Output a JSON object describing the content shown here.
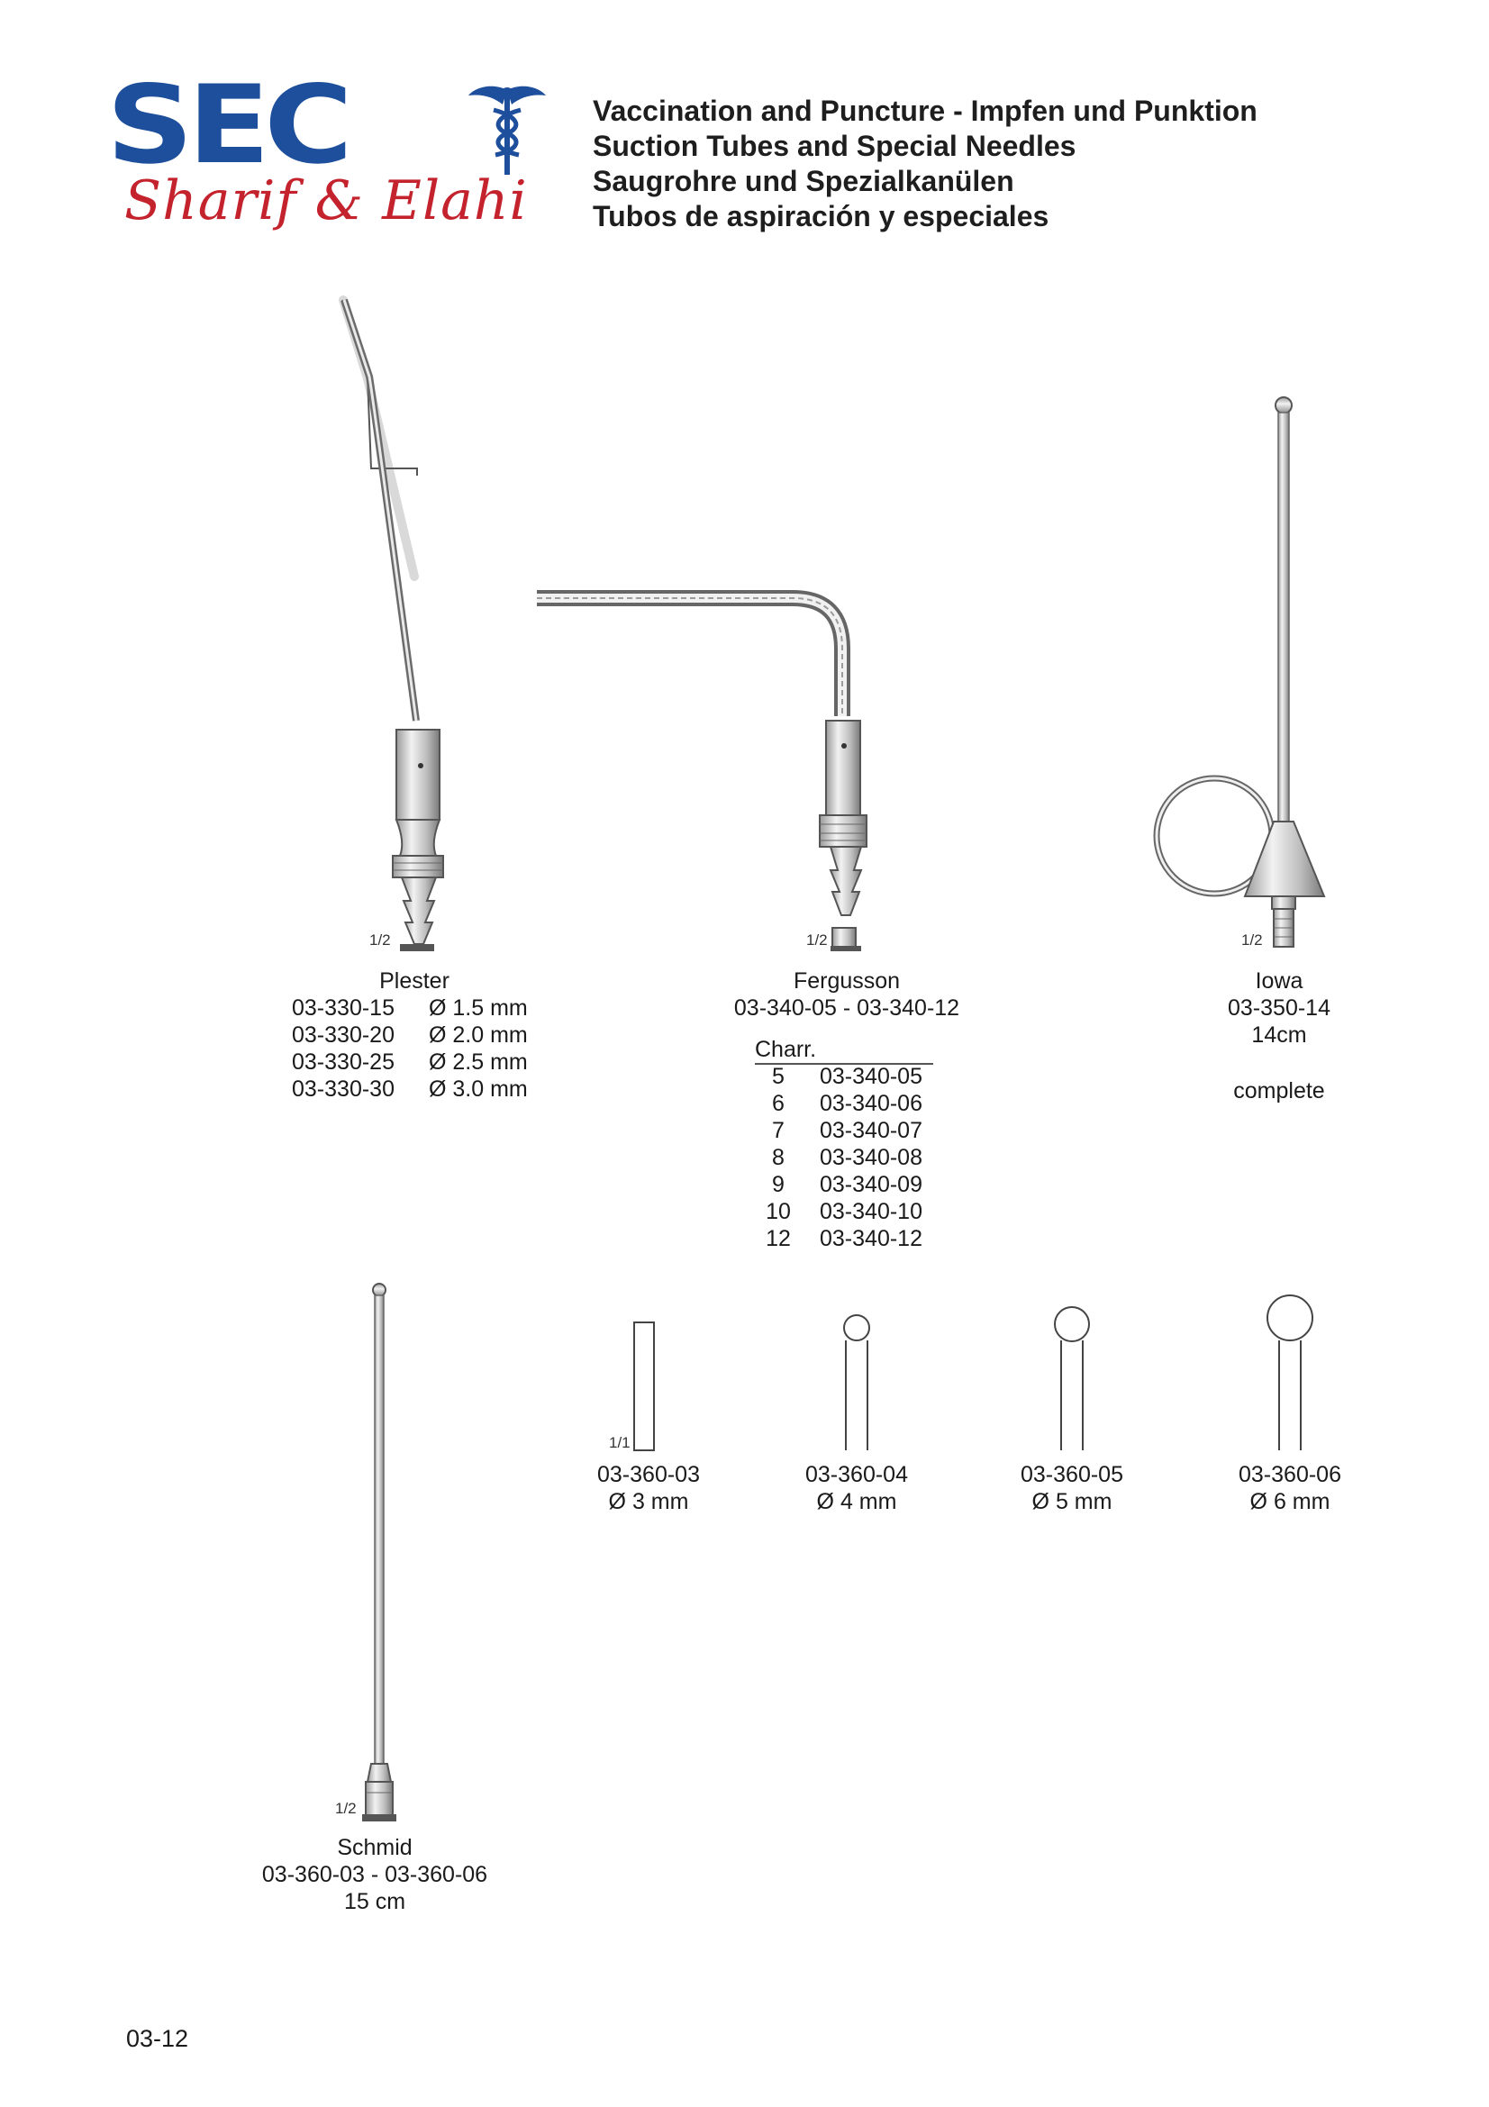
{
  "logo": {
    "mark": "SEC",
    "script_text": "Sharif & Elahi",
    "icon": "caduceus-icon",
    "colors": {
      "blue": "#1e4f9c",
      "red": "#c4232e"
    }
  },
  "headings": [
    "Vaccination and Puncture  -  Impfen und Punktion",
    "Suction Tubes and Special Needles",
    "Saugrohre und Spezialkanülen",
    "Tubos de aspiración y especiales"
  ],
  "plester": {
    "scale": "1/2",
    "name": "Plester",
    "specs": [
      {
        "code": "03-330-15",
        "size": "Ø 1.5 mm"
      },
      {
        "code": "03-330-20",
        "size": "Ø 2.0 mm"
      },
      {
        "code": "03-330-25",
        "size": "Ø 2.5 mm"
      },
      {
        "code": "03-330-30",
        "size": "Ø 3.0 mm"
      }
    ]
  },
  "fergusson": {
    "scale": "1/2",
    "name": "Fergusson",
    "range": "03-340-05  -  03-340-12",
    "charr_label": "Charr.",
    "charr": [
      {
        "n": "5",
        "code": "03-340-05"
      },
      {
        "n": "6",
        "code": "03-340-06"
      },
      {
        "n": "7",
        "code": "03-340-07"
      },
      {
        "n": "8",
        "code": "03-340-08"
      },
      {
        "n": "9",
        "code": "03-340-09"
      },
      {
        "n": "10",
        "code": "03-340-10"
      },
      {
        "n": "12",
        "code": "03-340-12"
      }
    ]
  },
  "iowa": {
    "scale": "1/2",
    "name": "Iowa",
    "code": "03-350-14",
    "length": "14cm",
    "note": "complete"
  },
  "schmid": {
    "scale": "1/2",
    "name": "Schmid",
    "range": "03-360-03  -  03-360-06",
    "length": "15 cm"
  },
  "tips": {
    "scale": "1/1",
    "items": [
      {
        "code": "03-360-03",
        "size": "Ø 3 mm"
      },
      {
        "code": "03-360-04",
        "size": "Ø 4 mm"
      },
      {
        "code": "03-360-05",
        "size": "Ø 5 mm"
      },
      {
        "code": "03-360-06",
        "size": "Ø 6 mm"
      }
    ]
  },
  "page_number": "03-12"
}
